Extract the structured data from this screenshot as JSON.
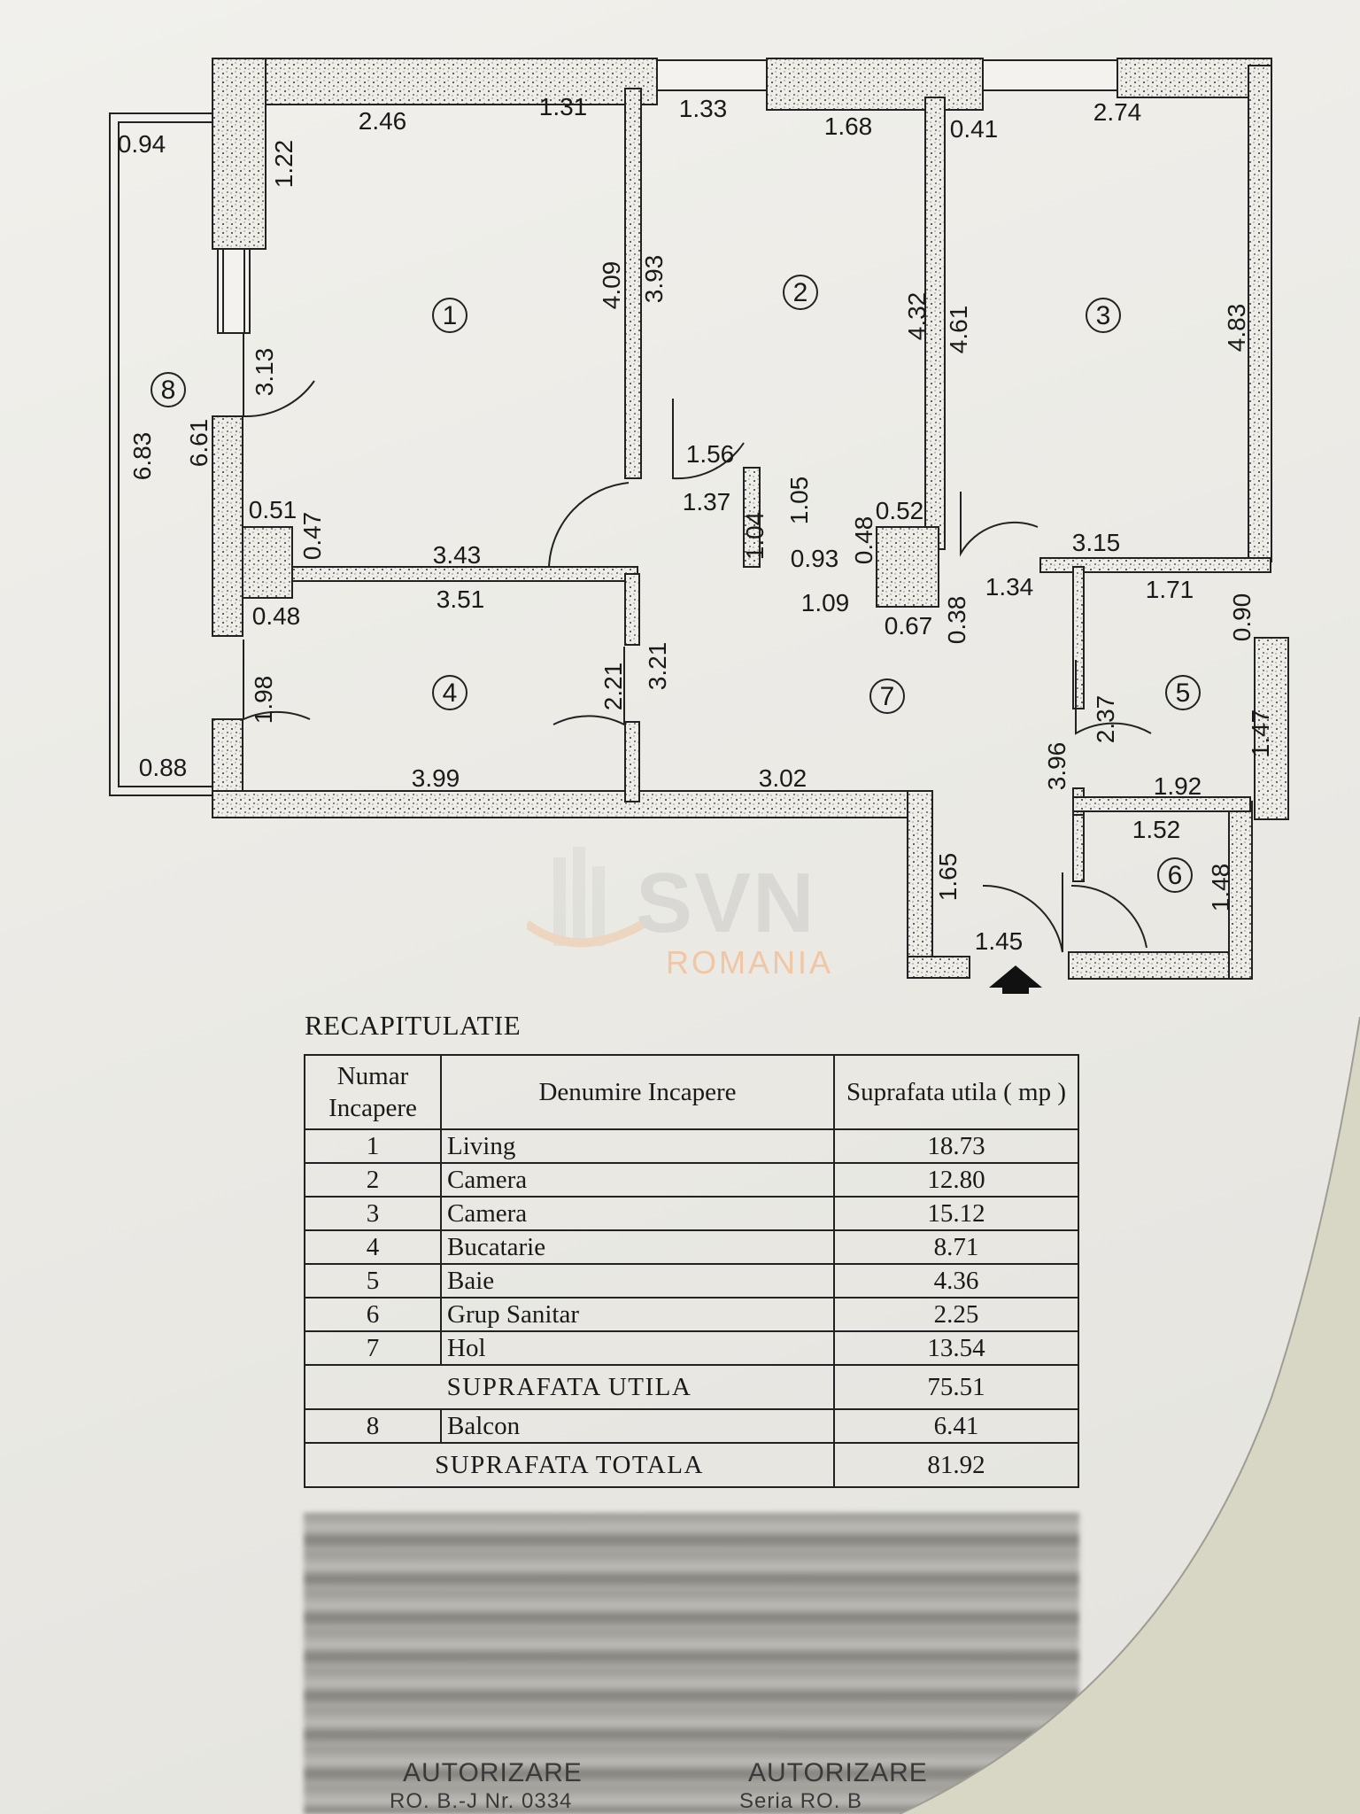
{
  "plan": {
    "rooms": [
      {
        "id": "1",
        "label": "1"
      },
      {
        "id": "2",
        "label": "2"
      },
      {
        "id": "3",
        "label": "3"
      },
      {
        "id": "4",
        "label": "4"
      },
      {
        "id": "5",
        "label": "5"
      },
      {
        "id": "6",
        "label": "6"
      },
      {
        "id": "7",
        "label": "7"
      },
      {
        "id": "8",
        "label": "8"
      }
    ],
    "dimensions": [
      "0.94",
      "2.46",
      "1.31",
      "1.33",
      "1.68",
      "0.41",
      "2.74",
      "1.22",
      "4.09",
      "3.93",
      "4.32",
      "4.61",
      "4.83",
      "6.83",
      "6.61",
      "3.13",
      "1.56",
      "1.37",
      "1.05",
      "1.04",
      "0.93",
      "0.48",
      "0.52",
      "0.51",
      "0.47",
      "3.43",
      "3.51",
      "3.15",
      "1.09",
      "0.67",
      "0.38",
      "1.34",
      "1.71",
      "0.90",
      "0.48",
      "3.21",
      "2.21",
      "1.98",
      "2.37",
      "1.47",
      "3.96",
      "1.92",
      "0.88",
      "3.99",
      "3.02",
      "1.52",
      "1.65",
      "1.48",
      "1.45"
    ]
  },
  "watermark": {
    "brand": "SVN",
    "sub": "ROMANIA"
  },
  "recap": {
    "title": "RECAPITULATIE",
    "headers": {
      "number": "Numar Incapere",
      "name": "Denumire Incapere",
      "area": "Suprafata utila ( mp )"
    },
    "rows": [
      {
        "nr": "1",
        "name": "Living",
        "area": "18.73"
      },
      {
        "nr": "2",
        "name": "Camera",
        "area": "12.80"
      },
      {
        "nr": "3",
        "name": "Camera",
        "area": "15.12"
      },
      {
        "nr": "4",
        "name": "Bucatarie",
        "area": "8.71"
      },
      {
        "nr": "5",
        "name": "Baie",
        "area": "4.36"
      },
      {
        "nr": "6",
        "name": "Grup Sanitar",
        "area": "2.25"
      },
      {
        "nr": "7",
        "name": "Hol",
        "area": "13.54"
      }
    ],
    "useful_label": "SUPRAFATA UTILA",
    "useful_value": "75.51",
    "balcony": {
      "nr": "8",
      "name": "Balcon",
      "area": "6.41"
    },
    "total_label": "SUPRAFATA TOTALA",
    "total_value": "81.92"
  },
  "stamps": {
    "left": "AUTORIZARE",
    "left_line2": "RO. B.-J Nr. 0334",
    "right": "AUTORIZARE",
    "right_line2": "Seria RO. B"
  }
}
